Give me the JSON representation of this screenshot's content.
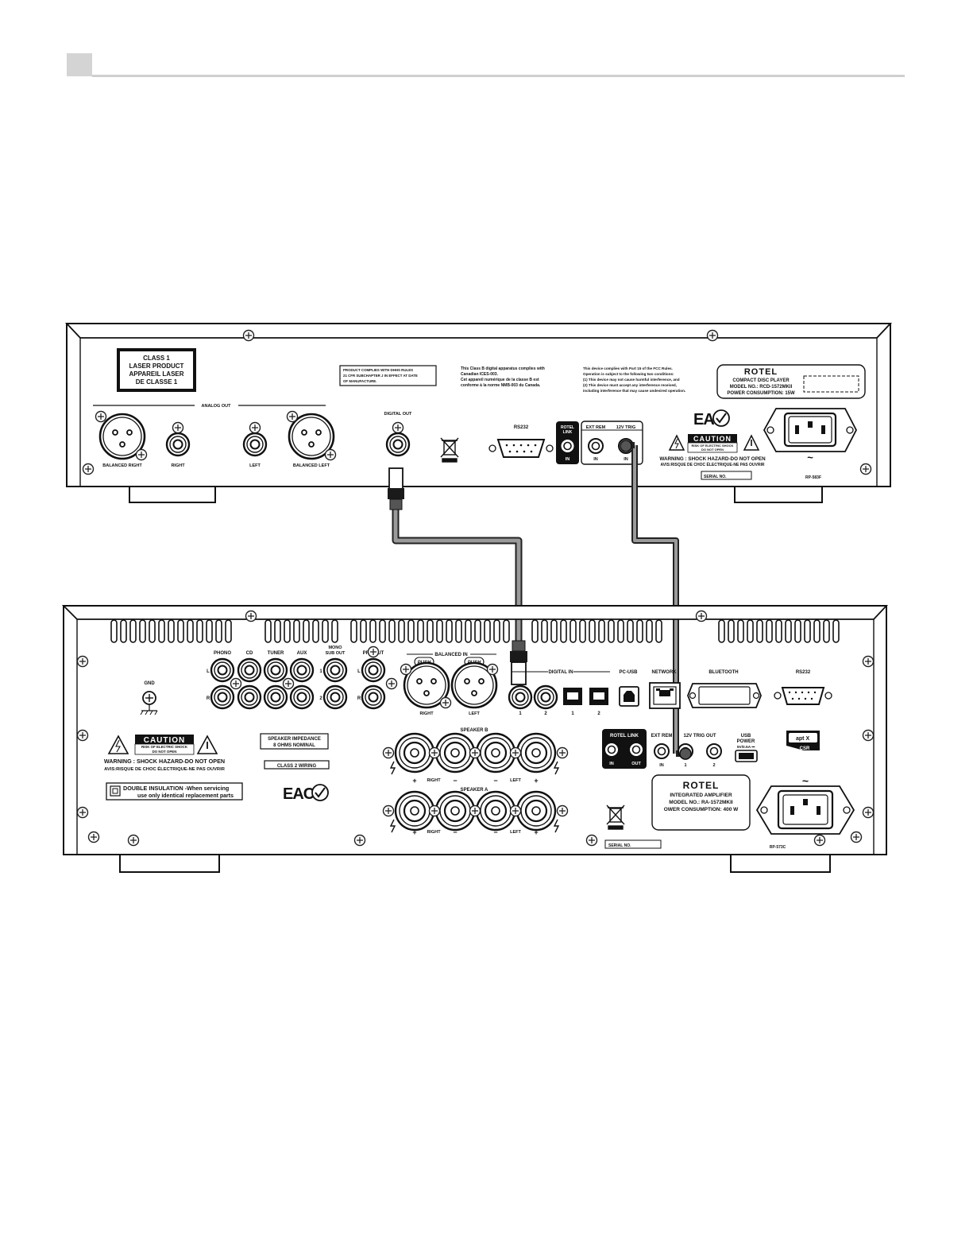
{
  "cd_player": {
    "laser": [
      "CLASS 1",
      "LASER PRODUCT",
      "APPAREIL LASER",
      "DE CLASSE 1"
    ],
    "dhhs": [
      "PRODUCT COMPLIES WITH DHHS RULES",
      "21 CFR SUBCHAPTER J IN EFFECT AT DATE",
      "OF MANUFACTURE."
    ],
    "ices": [
      "This Class B digital apparatus complies with",
      "Canadian ICES-003.",
      "Cet appareil numérique de la classe B est",
      "conforme à la norme NMB-003 du Canada."
    ],
    "fcc": [
      "This device complies with Part 15 of the FCC Rules.",
      "Operation is subject to the following two conditions:",
      "(1) This device may not cause harmful interference, and",
      "(2) This device must accept any interference received,",
      "including interference that may cause undesired operation."
    ],
    "analog_out": "ANALOG OUT",
    "balanced_right": "BALANCED RIGHT",
    "right": "RIGHT",
    "left": "LEFT",
    "balanced_left": "BALANCED LEFT",
    "digital_out": "DIGITAL OUT",
    "rs232": "RS232",
    "rotel_link": [
      "ROTEL",
      "LINK"
    ],
    "in": "IN",
    "ext_rem": "EXT REM",
    "trig": "12V TRIG",
    "eac": "EAC",
    "caution": "CAUTION",
    "risk": [
      "RISK OF ELECTRIC SHOCK",
      "DO NOT OPEN"
    ],
    "warning": "WARNING : SHOCK HAZARD-DO NOT OPEN",
    "avis": "AVIS:RISQUE DE CHOC ÉLECTRIQUE-NE PAS OUVRIR",
    "serial": "SERIAL NO.",
    "model_code": "RP-583F",
    "nameplate": [
      "ROTEL",
      "COMPACT DISC PLAYER",
      "MODEL NO.: RCD-1572MKII",
      "POWER CONSUMPTION: 15W"
    ],
    "ac_symbol": "~"
  },
  "amplifier": {
    "phono": "PHONO",
    "cd": "CD",
    "tuner": "TUNER",
    "aux": "AUX",
    "mono_sub_out": [
      "MONO",
      "SUB OUT"
    ],
    "pre_out": "PRE OUT",
    "balanced_in": "BALANCED IN",
    "push": "PUSH",
    "right": "RIGHT",
    "left": "LEFT",
    "l": "L",
    "r": "R",
    "one": "1",
    "two": "2",
    "digital_in": "DIGITAL IN",
    "pc_usb": "PC-USB",
    "network": "NETWORK",
    "bluetooth": "BLUETOOTH",
    "rs232": "RS232",
    "gnd": "GND",
    "caution": "CAUTION",
    "risk": [
      "RISK OF ELECTRIC SHOCK",
      "DO NOT OPEN"
    ],
    "warning": "WARNING : SHOCK HAZARD-DO NOT OPEN",
    "avis": "AVIS:RISQUE DE CHOC ÉLECTRIQUE-NE PAS OUVRIR",
    "double_insulation": "DOUBLE INSULATION -When servicing",
    "replacement": "use only identical replacement parts",
    "speaker_impedance": [
      "SPEAKER IMPEDANCE",
      "8 OHMS NOMINAL"
    ],
    "class2": "CLASS 2 WIRING",
    "eac": "EAC",
    "speaker_b": "SPEAKER B",
    "speaker_a": "SPEAKER A",
    "plus": "+",
    "minus": "−",
    "rotel_link": "ROTEL LINK",
    "in": "IN",
    "out": "OUT",
    "ext_rem": "EXT REM",
    "trig_out": "12V TRIG OUT",
    "usb_power": [
      "USB",
      "POWER"
    ],
    "usb_rating": "5V/0.5A ⎓",
    "aptx": "apt X",
    "csr": "CSR",
    "nameplate": [
      "ROTEL",
      "INTEGRATED AMPLIFIER",
      "MODEL NO.: RA-1572MKII",
      "OWER CONSUMPTION: 400 W"
    ],
    "serial": "SERIAL NO.",
    "model_code": "RP-573C",
    "ac_symbol": "~"
  }
}
